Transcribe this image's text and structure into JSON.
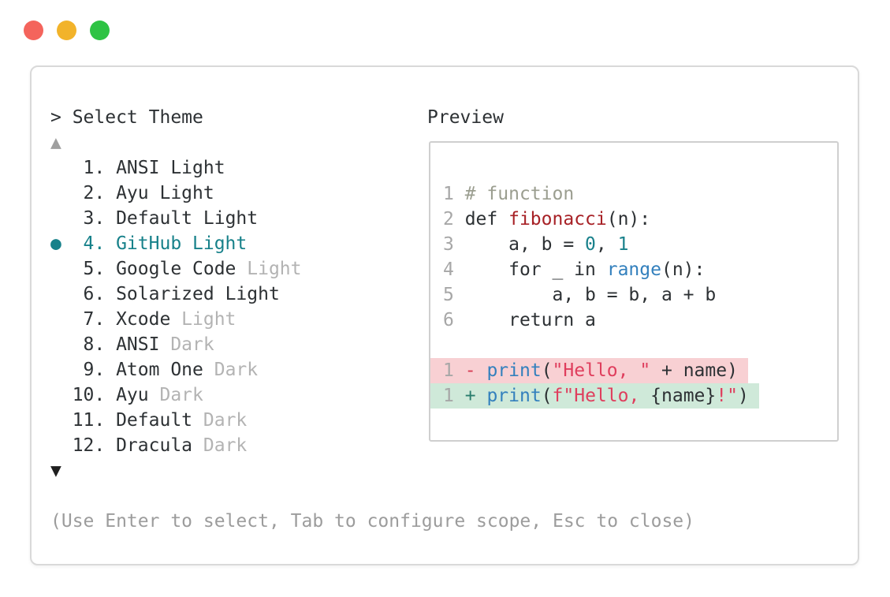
{
  "colors": {
    "text": "#2d3134",
    "dim_suffix": "#b3b3b3",
    "hint_text": "#9c9c9c",
    "line_number": "#a7a7a7",
    "selection_teal": "#17818a",
    "comment": "#9b9e90",
    "function_name_red": "#a72126",
    "number_teal": "#19818b",
    "keyword_blue": "#3380bd",
    "string_crimson": "#df3e5d",
    "diff_minus": "#d63c54",
    "diff_plus": "#2a7d6d",
    "diff_del_bg": "#f8d0d3",
    "diff_add_bg": "#cfe9d9",
    "window_border": "#d9d9d9",
    "preview_border": "#cfcfcf",
    "scroll_up_arrow": "#9f9f9f",
    "scroll_down_arrow": "#1f1f1f"
  },
  "traffic_lights": [
    {
      "name": "close",
      "color": "#f4645c"
    },
    {
      "name": "minimize",
      "color": "#f2b32a"
    },
    {
      "name": "zoom",
      "color": "#2ec344"
    }
  ],
  "theme_picker": {
    "prompt": "> Select Theme",
    "scroll_up_symbol": "▲",
    "scroll_down_symbol": "▼",
    "items": [
      {
        "number": "1",
        "name": "ANSI",
        "suffix": "Light",
        "suffix_dim": false,
        "selected": false
      },
      {
        "number": "2",
        "name": "Ayu",
        "suffix": "Light",
        "suffix_dim": false,
        "selected": false
      },
      {
        "number": "3",
        "name": "Default",
        "suffix": "Light",
        "suffix_dim": false,
        "selected": false
      },
      {
        "number": "4",
        "name": "GitHub",
        "suffix": "Light",
        "suffix_dim": false,
        "selected": true
      },
      {
        "number": "5",
        "name": "Google Code",
        "suffix": "Light",
        "suffix_dim": true,
        "selected": false
      },
      {
        "number": "6",
        "name": "Solarized",
        "suffix": "Light",
        "suffix_dim": false,
        "selected": false
      },
      {
        "number": "7",
        "name": "Xcode",
        "suffix": "Light",
        "suffix_dim": true,
        "selected": false
      },
      {
        "number": "8",
        "name": "ANSI",
        "suffix": "Dark",
        "suffix_dim": true,
        "selected": false
      },
      {
        "number": "9",
        "name": "Atom One",
        "suffix": "Dark",
        "suffix_dim": true,
        "selected": false
      },
      {
        "number": "10",
        "name": "Ayu",
        "suffix": "Dark",
        "suffix_dim": true,
        "selected": false
      },
      {
        "number": "11",
        "name": "Default",
        "suffix": "Dark",
        "suffix_dim": true,
        "selected": false
      },
      {
        "number": "12",
        "name": "Dracula",
        "suffix": "Dark",
        "suffix_dim": true,
        "selected": false
      }
    ],
    "hint": "(Use Enter to select, Tab to configure scope, Esc to close)"
  },
  "preview": {
    "label": "Preview",
    "code_lines": [
      {
        "bg": null,
        "tokens": [
          {
            "c": "ln",
            "t": "1"
          },
          {
            "c": "fg",
            "t": " "
          },
          {
            "c": "cm",
            "t": "# function"
          }
        ]
      },
      {
        "bg": null,
        "tokens": [
          {
            "c": "ln",
            "t": "2"
          },
          {
            "c": "fg",
            "t": " def "
          },
          {
            "c": "fn",
            "t": "fibonacci"
          },
          {
            "c": "fg",
            "t": "(n):"
          }
        ]
      },
      {
        "bg": null,
        "tokens": [
          {
            "c": "ln",
            "t": "3"
          },
          {
            "c": "fg",
            "t": "     a, b = "
          },
          {
            "c": "num",
            "t": "0"
          },
          {
            "c": "fg",
            "t": ", "
          },
          {
            "c": "num",
            "t": "1"
          }
        ]
      },
      {
        "bg": null,
        "tokens": [
          {
            "c": "ln",
            "t": "4"
          },
          {
            "c": "fg",
            "t": "     for _ in "
          },
          {
            "c": "kw",
            "t": "range"
          },
          {
            "c": "fg",
            "t": "(n):"
          }
        ]
      },
      {
        "bg": null,
        "tokens": [
          {
            "c": "ln",
            "t": "5"
          },
          {
            "c": "fg",
            "t": "         a, b = b, a + b"
          }
        ]
      },
      {
        "bg": null,
        "tokens": [
          {
            "c": "ln",
            "t": "6"
          },
          {
            "c": "fg",
            "t": "     return a"
          }
        ]
      },
      {
        "bg": null,
        "tokens": []
      },
      {
        "bg": "del",
        "tokens": [
          {
            "c": "ln",
            "t": "1"
          },
          {
            "c": "fg",
            "t": " "
          },
          {
            "c": "minus",
            "t": "-"
          },
          {
            "c": "fg",
            "t": " "
          },
          {
            "c": "kw",
            "t": "print"
          },
          {
            "c": "fg",
            "t": "("
          },
          {
            "c": "str",
            "t": "\"Hello, \""
          },
          {
            "c": "fg",
            "t": " + name)"
          }
        ]
      },
      {
        "bg": "add",
        "tokens": [
          {
            "c": "ln",
            "t": "1"
          },
          {
            "c": "fg",
            "t": " "
          },
          {
            "c": "plus",
            "t": "+"
          },
          {
            "c": "fg",
            "t": " "
          },
          {
            "c": "kw",
            "t": "print"
          },
          {
            "c": "fg",
            "t": "("
          },
          {
            "c": "str",
            "t": "f\"Hello, "
          },
          {
            "c": "fg",
            "t": "{name}"
          },
          {
            "c": "str",
            "t": "!\""
          },
          {
            "c": "fg",
            "t": ")"
          }
        ]
      }
    ]
  }
}
